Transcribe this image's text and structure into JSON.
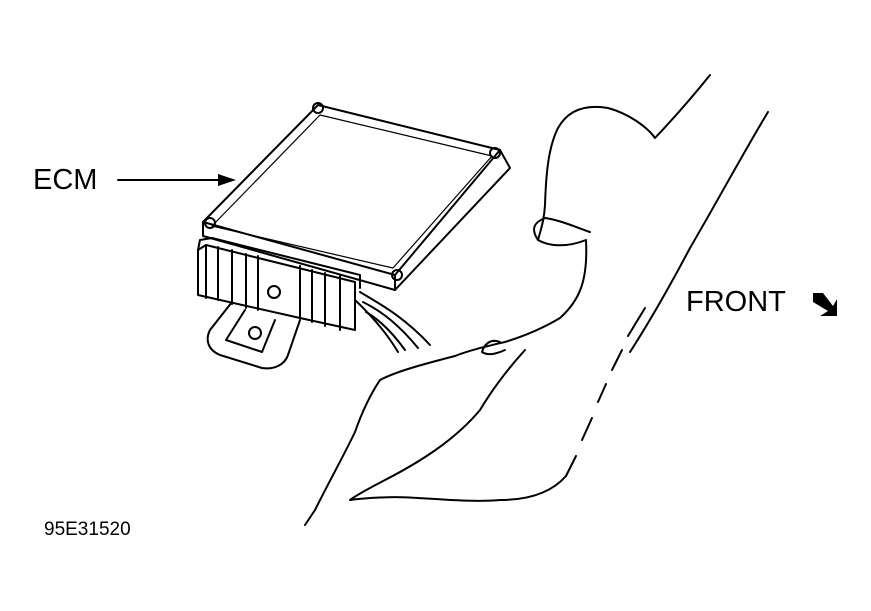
{
  "labels": {
    "ecm": "ECM",
    "front": "FRONT",
    "figure_code": "95E31520"
  },
  "icons": {
    "front_direction": "diagonal-arrow-down-right-icon"
  },
  "colors": {
    "line": "#000000",
    "background": "#ffffff"
  }
}
